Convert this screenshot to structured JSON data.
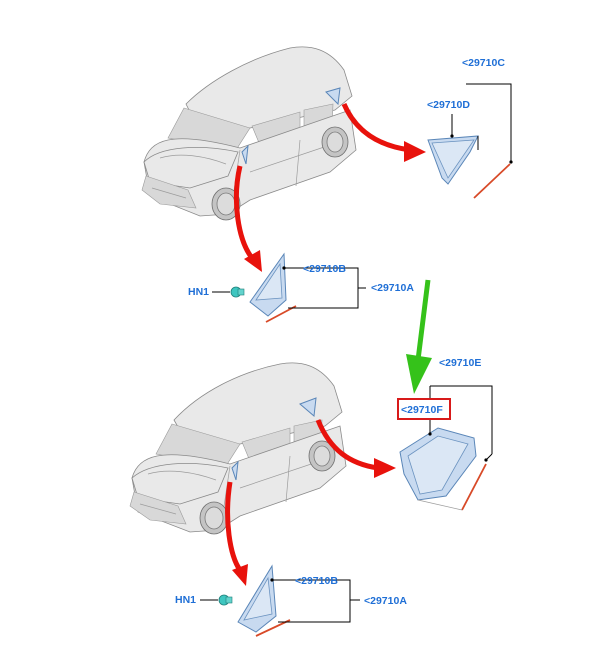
{
  "labels": {
    "c_top": "<29710C",
    "d_top": "<29710D",
    "b_top": "<29710B",
    "a_top": "<29710A",
    "hn_top": "HN1",
    "e_bot": "<29710E",
    "f_bot": "<29710F",
    "b_bot": "<29710B",
    "a_bot": "<29710A",
    "hn_bot": "HN1"
  },
  "colors": {
    "callout_arrow": "#e8120c",
    "pointer_arrow": "#35c21a",
    "label_text": "#1f6fd6",
    "highlight_box": "#d81a1a"
  }
}
